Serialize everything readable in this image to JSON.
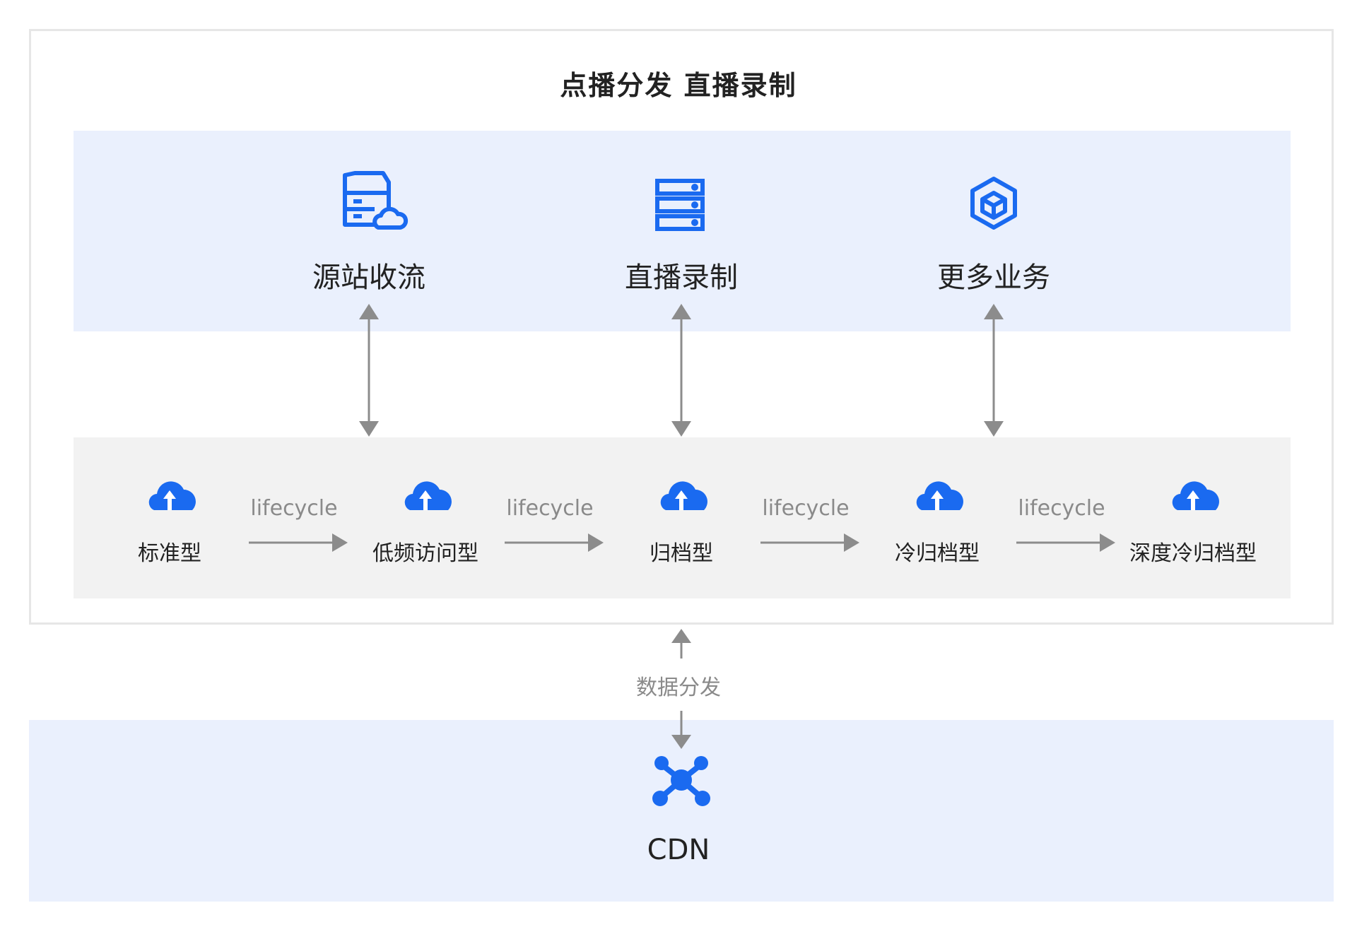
{
  "title": "点播分发 直播录制",
  "business": [
    {
      "label": "源站收流",
      "icon": "server-cloud-icon"
    },
    {
      "label": "直播录制",
      "icon": "server-stack-icon"
    },
    {
      "label": "更多业务",
      "icon": "cube-icon"
    }
  ],
  "tiers": [
    {
      "label": "标准型",
      "icon": "cloud-upload-icon"
    },
    {
      "label": "低频访问型",
      "icon": "cloud-upload-icon"
    },
    {
      "label": "归档型",
      "icon": "cloud-upload-icon"
    },
    {
      "label": "冷归档型",
      "icon": "cloud-upload-icon"
    },
    {
      "label": "深度冷归档型",
      "icon": "cloud-upload-icon"
    }
  ],
  "lifecycle_label": "lifecycle",
  "distribution_label": "数据分发",
  "cdn": {
    "label": "CDN",
    "icon": "network-hub-icon"
  },
  "colors": {
    "accent": "#1a6af0",
    "band_light_blue": "#eaf0fd",
    "band_gray": "#f2f2f2",
    "arrow_gray": "#8c8c8c"
  }
}
